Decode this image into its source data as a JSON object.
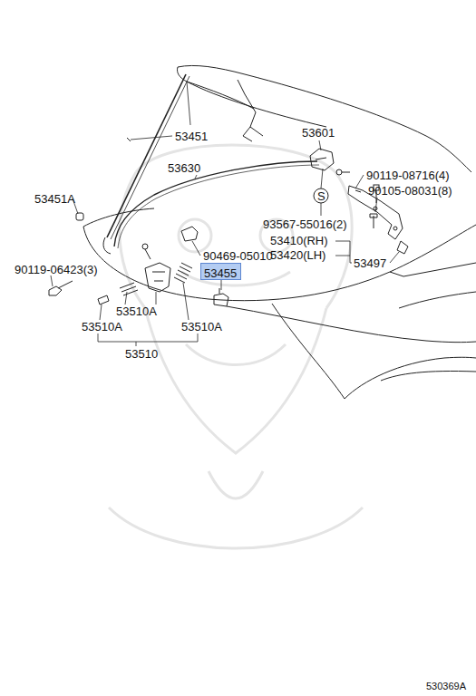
{
  "diagram": {
    "nodes": [
      {
        "text": [
          "53455"
        ]
      }
    ],
    "labels": [
      "53451",
      "53601",
      "53630",
      "90119-08716(4)",
      "53451A",
      "90105-08031(8)",
      "S",
      "93567-55016(2)",
      "53410(RH)",
      "53420(LH)",
      "90469-05010",
      "53497",
      "90119-06423(3)",
      "53510A",
      "53510A",
      "53510A",
      "53510",
      "530369A"
    ]
  }
}
